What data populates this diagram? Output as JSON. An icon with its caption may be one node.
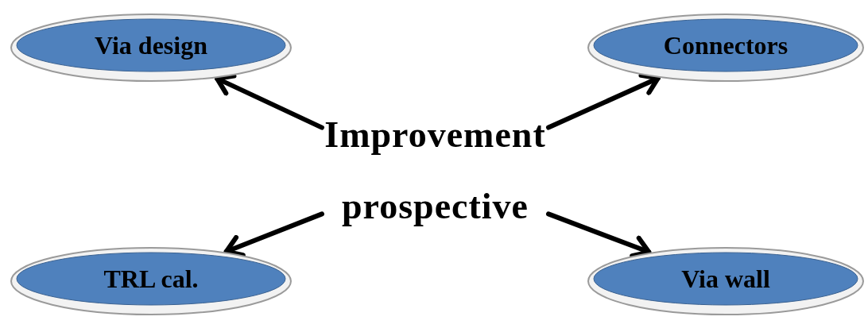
{
  "diagram": {
    "nodes": [
      {
        "text": [
          "Improvement prospective"
        ]
      },
      {
        "text": [
          "Via design"
        ]
      },
      {
        "text": [
          "Connectors"
        ]
      },
      {
        "text": [
          "TRL cal."
        ]
      },
      {
        "text": [
          "Via wall"
        ]
      }
    ],
    "edges": [
      {
        "from": 0,
        "to": 1,
        "arrow": "to"
      },
      {
        "from": 0,
        "to": 2,
        "arrow": "to"
      },
      {
        "from": 0,
        "to": 3,
        "arrow": "to"
      },
      {
        "from": 0,
        "to": 4,
        "arrow": "to"
      }
    ]
  }
}
